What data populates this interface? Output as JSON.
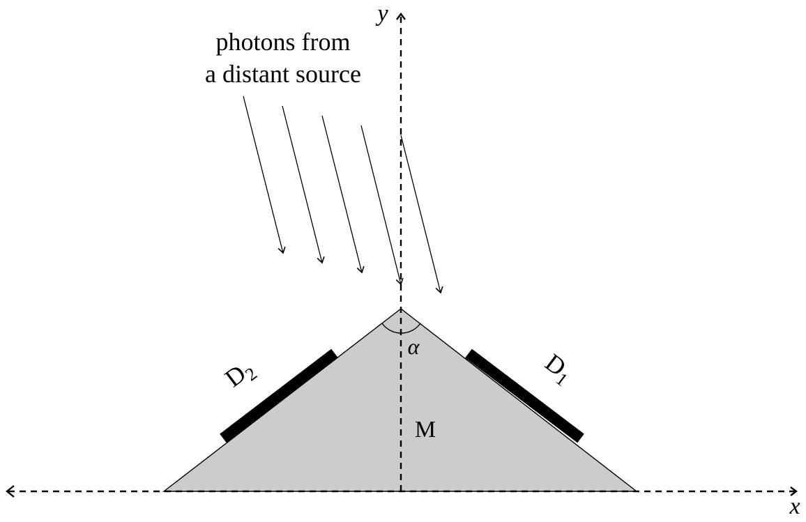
{
  "diagram": {
    "caption_line1": "photons from",
    "caption_line2": "a distant source",
    "axis_x_label": "x",
    "axis_y_label": "y",
    "angle_label": "α",
    "body_label": "M",
    "detector1": {
      "letter": "D",
      "subscript": "1"
    },
    "detector2": {
      "letter": "D",
      "subscript": "2"
    },
    "colors": {
      "body_fill": "#cccccc",
      "detector": "#000000",
      "lines": "#000000"
    }
  }
}
